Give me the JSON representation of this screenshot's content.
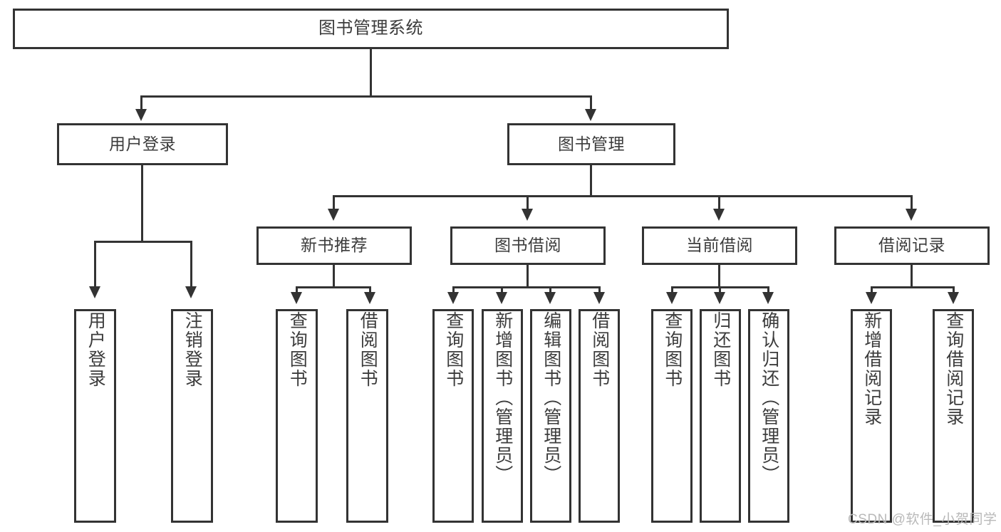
{
  "diagram": {
    "title": "图书管理系统",
    "type": "tree-hierarchy",
    "root": {
      "label": "图书管理系统"
    },
    "level2": [
      {
        "label": "用户登录"
      },
      {
        "label": "图书管理"
      }
    ],
    "level3": [
      {
        "label": "新书推荐"
      },
      {
        "label": "图书借阅"
      },
      {
        "label": "当前借阅"
      },
      {
        "label": "借阅记录"
      }
    ],
    "leaves": {
      "user_login": [
        {
          "label": "用户登录"
        },
        {
          "label": "注销登录"
        }
      ],
      "new_book_recommend": [
        {
          "label": "查询图书"
        },
        {
          "label": "借阅图书"
        }
      ],
      "book_borrow": [
        {
          "label": "查询图书"
        },
        {
          "label": "新增图书（管理员）"
        },
        {
          "label": "编辑图书（管理员）"
        },
        {
          "label": "借阅图书"
        }
      ],
      "current_borrow": [
        {
          "label": "查询图书"
        },
        {
          "label": "归还图书"
        },
        {
          "label": "确认归还（管理员）"
        }
      ],
      "borrow_record": [
        {
          "label": "新增借阅记录"
        },
        {
          "label": "查询借阅记录"
        }
      ]
    }
  },
  "watermark": {
    "text": "CSDN @软件_小贺同学"
  },
  "colors": {
    "stroke": "#333333",
    "text": "#3c3c3c",
    "background": "#ffffff",
    "watermark": "#b9b9b9"
  }
}
